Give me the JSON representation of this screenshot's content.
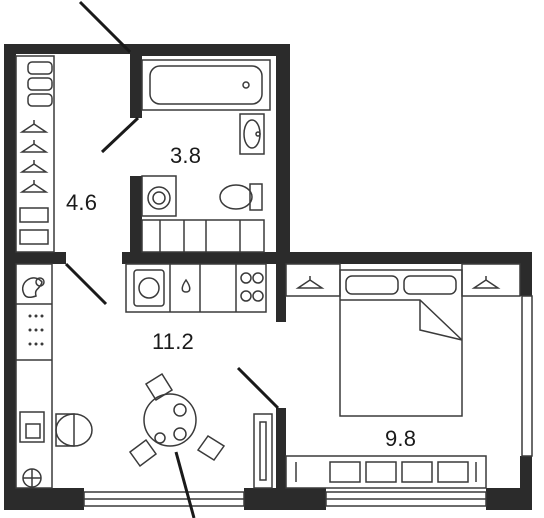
{
  "rooms": [
    {
      "id": "hallway",
      "area": "4.6"
    },
    {
      "id": "bathroom",
      "area": "3.8"
    },
    {
      "id": "kitchen-living",
      "area": "11.2"
    },
    {
      "id": "bedroom",
      "area": "9.8"
    }
  ],
  "colors": {
    "wall": "#2b2b2b",
    "fixture": "#3a3a3a",
    "background": "#ffffff"
  }
}
